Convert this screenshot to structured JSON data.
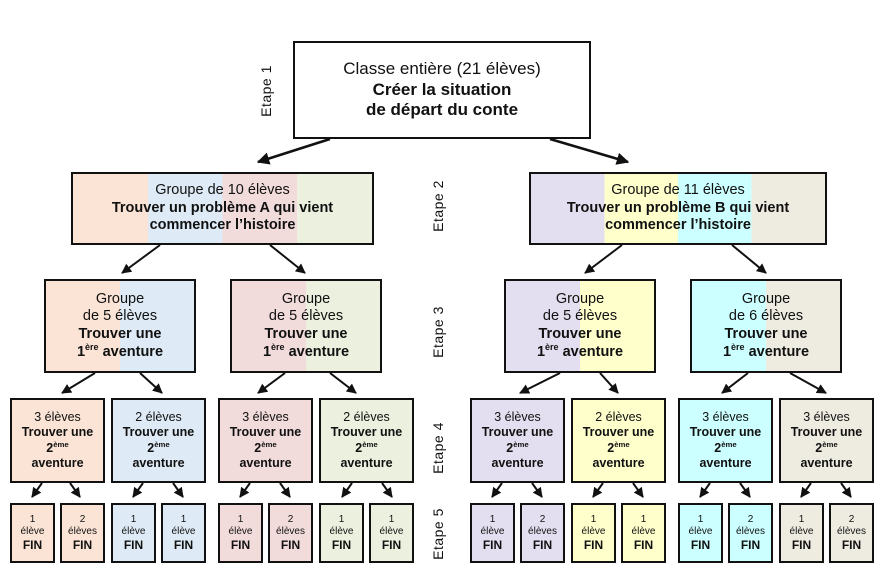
{
  "stages": [
    "Etape 1",
    "Etape 2",
    "Etape 3",
    "Etape 4",
    "Etape 5"
  ],
  "colors": {
    "peach": "#fbe4d5",
    "blue": "#deebf6",
    "pink": "#f2dcdb",
    "green": "#ebf1de",
    "lavender": "#e3dff0",
    "yellow": "#ffffcc",
    "cyan": "#ccffff",
    "beige": "#eeece1"
  },
  "root": {
    "line1": "Classe entière  (21 élèves)",
    "line2": "Créer la situation",
    "line3": "de départ du conte"
  },
  "level2": [
    {
      "line1": "Groupe de 10 élèves",
      "line2": "Trouver un problème A qui vient",
      "line3": "commencer l’histoire"
    },
    {
      "line1": "Groupe de 11 élèves",
      "line2": "Trouver un problème B qui vient",
      "line3": "commencer l’histoire"
    }
  ],
  "level3": [
    {
      "line1": "Groupe",
      "line2": "de 5 élèves",
      "line3": "Trouver une",
      "num": "1",
      "sup": "ère",
      "word": " aventure"
    },
    {
      "line1": "Groupe",
      "line2": "de 5 élèves",
      "line3": "Trouver une",
      "num": "1",
      "sup": "ère",
      "word": " aventure"
    },
    {
      "line1": "Groupe",
      "line2": "de 5 élèves",
      "line3": "Trouver une",
      "num": "1",
      "sup": "ère",
      "word": " aventure"
    },
    {
      "line1": "Groupe",
      "line2": "de 6 élèves",
      "line3": "Trouver une",
      "num": "1",
      "sup": "ère",
      "word": " aventure"
    }
  ],
  "level4": [
    {
      "line1": "3 élèves",
      "line2": "Trouver une",
      "num": "2",
      "sup": "ème",
      "line4": "aventure"
    },
    {
      "line1": "2 élèves",
      "line2": "Trouver une",
      "num": "2",
      "sup": "ème",
      "line4": "aventure"
    },
    {
      "line1": "3 élèves",
      "line2": "Trouver une",
      "num": "2",
      "sup": "ème",
      "line4": "aventure"
    },
    {
      "line1": "2 élèves",
      "line2": "Trouver une",
      "num": "2",
      "sup": "ème",
      "line4": "aventure"
    },
    {
      "line1": "3 élèves",
      "line2": "Trouver une",
      "num": "2",
      "sup": "ème",
      "line4": "aventure"
    },
    {
      "line1": "2 élèves",
      "line2": "Trouver une",
      "num": "2",
      "sup": "ème",
      "line4": "aventure"
    },
    {
      "line1": "3 élèves",
      "line2": "Trouver une",
      "num": "2",
      "sup": "ème",
      "line4": "aventure"
    },
    {
      "line1": "3 élèves",
      "line2": "Trouver une",
      "num": "2",
      "sup": "ème",
      "line4": "aventure"
    }
  ],
  "level5": [
    {
      "count": "1",
      "label": "élève",
      "end": "FIN"
    },
    {
      "count": "2",
      "label": "élèves",
      "end": "FIN"
    },
    {
      "count": "1",
      "label": "élève",
      "end": "FIN"
    },
    {
      "count": "1",
      "label": "élève",
      "end": "FIN"
    },
    {
      "count": "1",
      "label": "élève",
      "end": "FIN"
    },
    {
      "count": "2",
      "label": "élèves",
      "end": "FIN"
    },
    {
      "count": "1",
      "label": "élève",
      "end": "FIN"
    },
    {
      "count": "1",
      "label": "élève",
      "end": "FIN"
    },
    {
      "count": "1",
      "label": "élève",
      "end": "FIN"
    },
    {
      "count": "2",
      "label": "élèves",
      "end": "FIN"
    },
    {
      "count": "1",
      "label": "élève",
      "end": "FIN"
    },
    {
      "count": "1",
      "label": "élève",
      "end": "FIN"
    },
    {
      "count": "1",
      "label": "élève",
      "end": "FIN"
    },
    {
      "count": "2",
      "label": "élèves",
      "end": "FIN"
    },
    {
      "count": "1",
      "label": "élève",
      "end": "FIN"
    },
    {
      "count": "2",
      "label": "élèves",
      "end": "FIN"
    }
  ]
}
